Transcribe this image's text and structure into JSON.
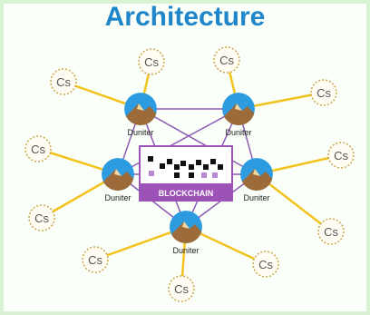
{
  "title": "Architecture",
  "node_label": "Duniter",
  "client_label": "Cs",
  "blockchain_label": "BLOCKCHAIN",
  "colors": {
    "title": "#1f86c9",
    "mesh_edge": "#8c5ab3",
    "client_edge": "#f2c31d",
    "blockchain_band": "#9d52b8",
    "client_stroke": "#c9a648",
    "node_blue": "#2d9be0",
    "node_brown": "#9c6b39",
    "frame": "#d9f2d3"
  },
  "icons": {
    "node": "duniter-node-icon",
    "client": "cs-client-icon",
    "chain": "blockchain-icon"
  }
}
